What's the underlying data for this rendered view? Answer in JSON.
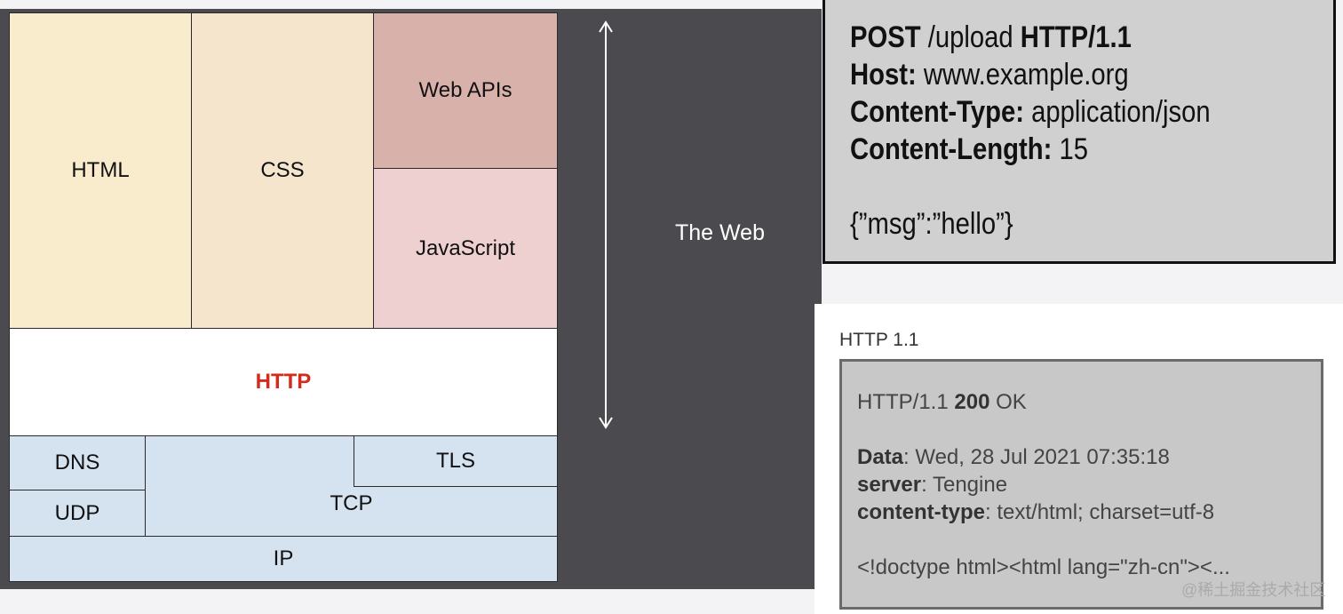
{
  "diagram": {
    "html": "HTML",
    "css": "CSS",
    "web_apis": "Web APIs",
    "javascript": "JavaScript",
    "http": "HTTP",
    "dns": "DNS",
    "udp": "UDP",
    "tcp": "TCP",
    "tls": "TLS",
    "ip": "IP",
    "web_label": "The Web",
    "http_color": "#d42b1e"
  },
  "request": {
    "method": "POST",
    "path": "/upload",
    "version": "HTTP/1.1",
    "host_key": "Host:",
    "host_val": "www.example.org",
    "ctype_key": "Content-Type:",
    "ctype_val": "application/json",
    "clen_key": "Content-Length:",
    "clen_val": "15",
    "body": "{”msg”:”hello”}"
  },
  "response": {
    "title": "HTTP 1.1",
    "status_prefix": "HTTP/1.1",
    "status_code": "200",
    "status_text": "OK",
    "data_key": "Data",
    "data_val": ": Wed, 28 Jul 2021 07:35:18",
    "server_key": "server",
    "server_val": ": Tengine",
    "ctype_key": "content-type",
    "ctype_val": ": text/html; charset=utf-8",
    "body": "<!doctype html><html lang=\"zh-cn\"><..."
  },
  "watermark": "@稀土掘金技术社区"
}
